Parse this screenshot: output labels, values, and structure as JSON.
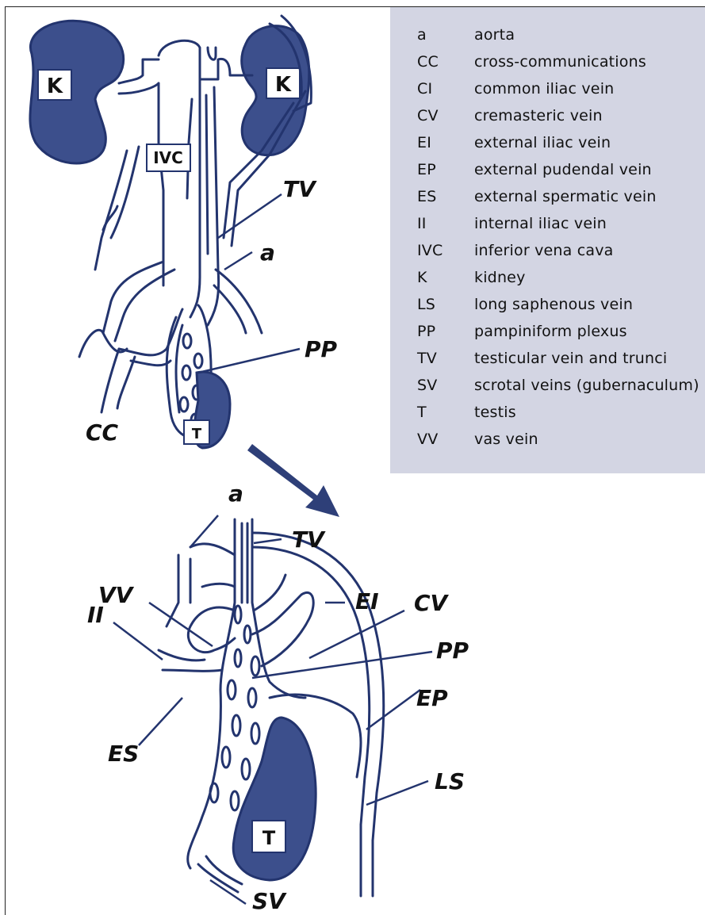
{
  "legend": [
    {
      "code": "a",
      "desc": "aorta"
    },
    {
      "code": "CC",
      "desc": "cross-communications"
    },
    {
      "code": "CI",
      "desc": "common iliac vein"
    },
    {
      "code": "CV",
      "desc": "cremasteric vein"
    },
    {
      "code": "EI",
      "desc": "external iliac vein"
    },
    {
      "code": "EP",
      "desc": "external pudendal vein"
    },
    {
      "code": "ES",
      "desc": "external spermatic vein"
    },
    {
      "code": "II",
      "desc": "internal iliac vein"
    },
    {
      "code": "IVC",
      "desc": "inferior vena cava"
    },
    {
      "code": "K",
      "desc": "kidney"
    },
    {
      "code": "LS",
      "desc": "long saphenous vein"
    },
    {
      "code": "PP",
      "desc": "pampiniform plexus"
    },
    {
      "code": "TV",
      "desc": "testicular vein and trunci"
    },
    {
      "code": "SV",
      "desc": "scrotal veins (gubernaculum)"
    },
    {
      "code": "T",
      "desc": "testis"
    },
    {
      "code": "VV",
      "desc": "vas vein"
    }
  ],
  "top_diagram": {
    "kidney_left": "K",
    "kidney_right": "K",
    "ivc": "IVC",
    "testis": "T",
    "label_tv": "TV",
    "label_a": "a",
    "label_pp": "PP",
    "label_cc": "CC"
  },
  "bottom_diagram": {
    "label_a": "a",
    "label_tv": "TV",
    "label_vv": "VV",
    "label_ei": "EI",
    "label_cv": "CV",
    "label_ii": "II",
    "label_pp": "PP",
    "label_ep": "EP",
    "label_es": "ES",
    "label_ls": "LS",
    "label_sv": "SV",
    "testis": "T"
  },
  "colors": {
    "vein": "#23346e",
    "organ": "#3c4f8c",
    "legend_bg": "#d3d5e3"
  }
}
